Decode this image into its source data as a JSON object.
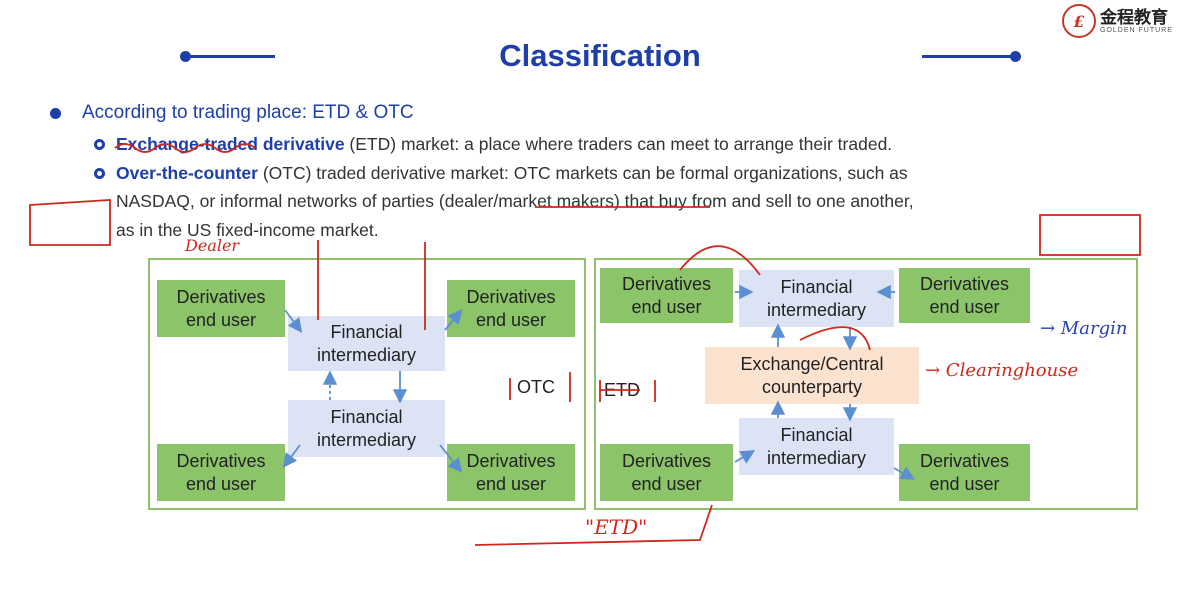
{
  "title": "Classification",
  "logo": {
    "cn": "金程教育",
    "en": "GOLDEN FUTURE",
    "seal": "£"
  },
  "bullets": {
    "main": "According to trading place: ETD & OTC",
    "etd_kw": "Exchange-traded derivative",
    "etd_rest": " (ETD) market: a place where traders can meet to arrange their traded.",
    "otc_kw": "Over-the-counter",
    "otc_rest": " (OTC) traded derivative market: OTC markets can be formal organizations, such as",
    "otc_line2": "NASDAQ, or informal networks of parties (dealer/market makers) that buy from and sell to one another,",
    "otc_line3": "as in the US fixed-income market."
  },
  "otc_diagram": {
    "user1": [
      "Derivatives",
      "end user"
    ],
    "user2": [
      "Derivatives",
      "end user"
    ],
    "user3": [
      "Derivatives",
      "end user"
    ],
    "user4": [
      "Derivatives",
      "end user"
    ],
    "fi1": [
      "Financial",
      "intermediary"
    ],
    "fi2": [
      "Financial",
      "intermediary"
    ],
    "label": "OTC"
  },
  "etd_diagram": {
    "user1": [
      "Derivatives",
      "end user"
    ],
    "user2": [
      "Derivatives",
      "end user"
    ],
    "user3": [
      "Derivatives",
      "end user"
    ],
    "user4": [
      "Derivatives",
      "end user"
    ],
    "fi1": [
      "Financial",
      "intermediary"
    ],
    "fi2": [
      "Financial",
      "intermediary"
    ],
    "ccp": [
      "Exchange/Central",
      "counterparty"
    ],
    "label": "ETD"
  },
  "annotations": {
    "dealer": "Dealer",
    "margin": "→ Margin",
    "clearing": "→ Clearinghouse",
    "etd": "\"ETD\""
  },
  "colors": {
    "accent": "#1f3fa8",
    "green": "#8cc46a",
    "blue": "#dbe3f5",
    "orange": "#fbe3cf",
    "ink": "#d0281c"
  }
}
